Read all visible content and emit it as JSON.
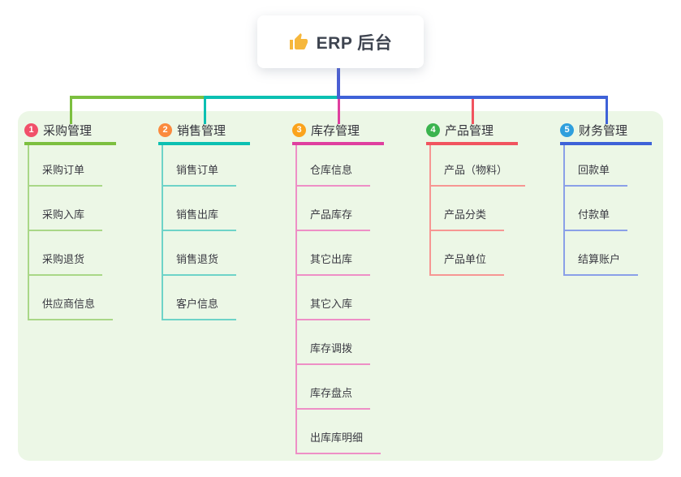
{
  "root": {
    "label": "ERP 后台",
    "icon": "thumbs-up-icon",
    "icon_color": "#f6b73c"
  },
  "canvas": {
    "background": "#ffffff",
    "panel_color": "#ecf7e6",
    "root_connector_color": "#4a5ed4"
  },
  "branches": [
    {
      "number": "1",
      "title": "采购管理",
      "badge_color": "#f1506a",
      "line_color": "#7cbf3f",
      "item_line_color": "#a9d787",
      "items": [
        "采购订单",
        "采购入库",
        "采购退货",
        "供应商信息"
      ]
    },
    {
      "number": "2",
      "title": "销售管理",
      "badge_color": "#fb8a3e",
      "line_color": "#0cc0b2",
      "item_line_color": "#6ed3c8",
      "items": [
        "销售订单",
        "销售出库",
        "销售退货",
        "客户信息"
      ]
    },
    {
      "number": "3",
      "title": "库存管理",
      "badge_color": "#fba31c",
      "line_color": "#df3f9f",
      "item_line_color": "#ee8fc6",
      "items": [
        "仓库信息",
        "产品库存",
        "其它出库",
        "其它入库",
        "库存调拨",
        "库存盘点",
        "出库库明细"
      ]
    },
    {
      "number": "4",
      "title": "产品管理",
      "badge_color": "#3bb44e",
      "line_color": "#f1545f",
      "item_line_color": "#f79693",
      "items": [
        "产品（物料）",
        "产品分类",
        "产品单位"
      ]
    },
    {
      "number": "5",
      "title": "财务管理",
      "badge_color": "#2f9fdd",
      "line_color": "#3e62d8",
      "item_line_color": "#8aa0e8",
      "items": [
        "回款单",
        "付款单",
        "结算账户"
      ]
    }
  ]
}
